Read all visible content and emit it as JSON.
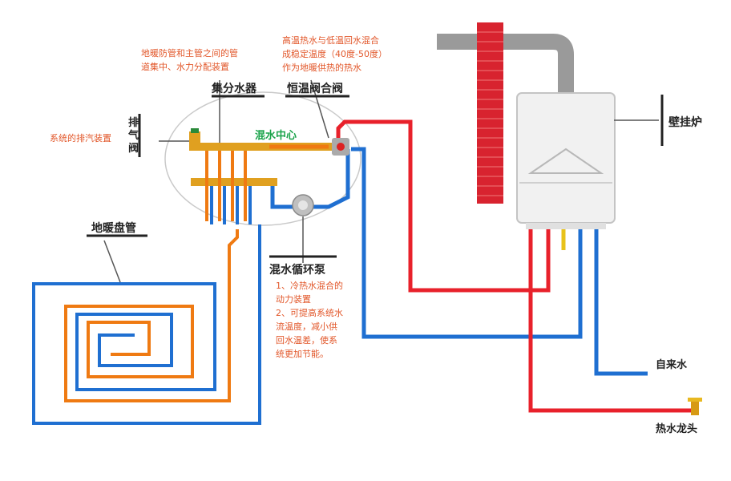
{
  "colors": {
    "hot": "#e8212b",
    "cold": "#1f6fd1",
    "warm": "#ef7a12",
    "note": "#e2572a",
    "mix": "#1aa34a",
    "chimney": "#d8232f"
  },
  "labels": {
    "manifold": "集分水器",
    "thermostatic_valve": "恒温阀合阀",
    "mixing_center": "混水中心",
    "air_vent": "排气阀",
    "floor_coil": "地暖盘管",
    "mixing_pump": "混水循环泵",
    "wall_boiler": "壁挂炉",
    "tap_water": "自来水",
    "hot_tap": "热水龙头"
  },
  "notes": {
    "manifold_note": [
      "地暖防管和主管之间的管",
      "道集中、水力分配装置"
    ],
    "valve_note": [
      "高温热水与低温回水混合",
      "成稳定温度（40度-50度）",
      "作为地暖供热的热水"
    ],
    "air_vent_note": "系统的排汽装置",
    "pump_note": [
      "1、冷热水混合的",
      "动力装置",
      "2、可提高系统水",
      "流温度，减小供",
      "回水温差，使系",
      "统更加节能。"
    ]
  }
}
